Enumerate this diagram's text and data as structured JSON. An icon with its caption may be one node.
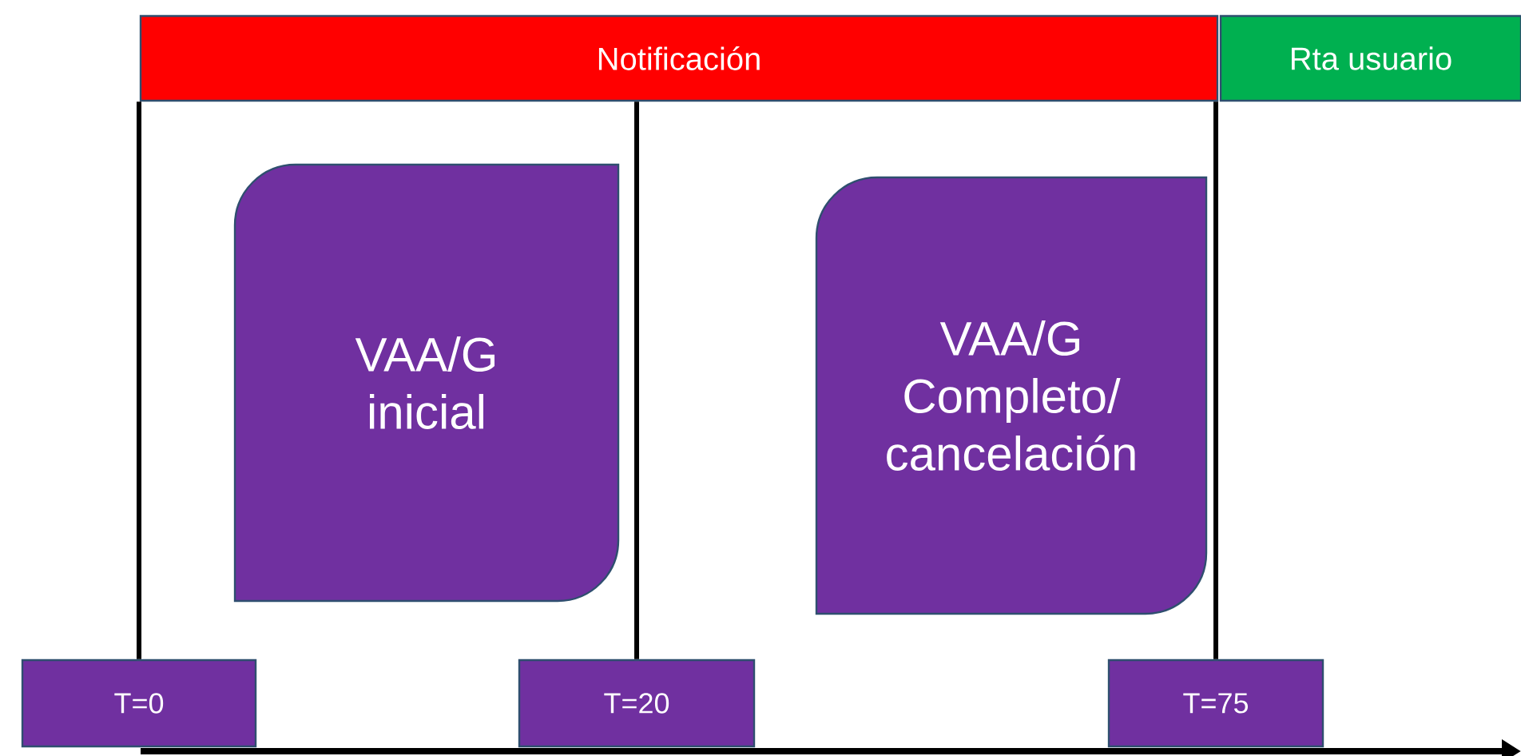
{
  "diagram": {
    "nodes": [
      {
        "text": [
          "Notificación"
        ]
      },
      {
        "text": [
          "Rta usuario"
        ]
      },
      {
        "text": [
          "VAA/G inicial"
        ]
      },
      {
        "text": [
          "VAA/G Completo/ cancelación"
        ]
      },
      {
        "text": [
          "T=0"
        ]
      },
      {
        "text": [
          "T=20"
        ]
      },
      {
        "text": [
          "T=75"
        ]
      }
    ],
    "edges": [
      {
        "from": 0,
        "to": 4,
        "arrow": "none"
      },
      {
        "from": 0,
        "to": 5,
        "arrow": "none"
      },
      {
        "from": 0,
        "to": 6,
        "arrow": "none"
      }
    ]
  }
}
